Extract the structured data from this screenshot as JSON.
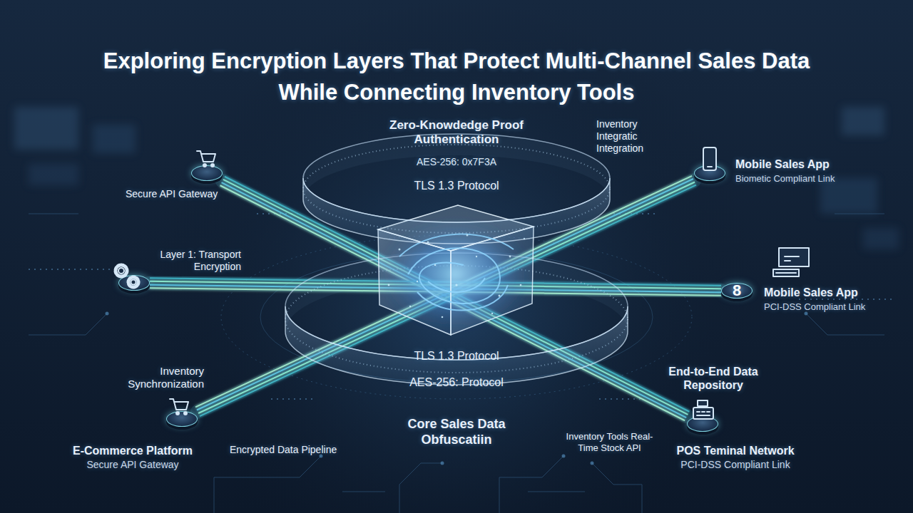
{
  "diagram": {
    "title": "Exploring Encryption Layers That Protect Multi-Channel Sales Data While Connecting Inventory Tools",
    "nodes": [
      {
        "text": [
          "Secure API Gateway"
        ]
      },
      {
        "text": [
          "Mobile Sales App",
          "Biometic Compliant Link"
        ]
      },
      {
        "text": [
          "Layer 1: Transport Encryption"
        ]
      },
      {
        "text": [
          "Mobile Sales App",
          "PCI-DSS Compliant Link"
        ]
      },
      {
        "text": [
          "E-Commerce Platform",
          "Secure API Gateway"
        ]
      },
      {
        "text": [
          "POS Teminal Network",
          "PCI-DSS Compliant Link"
        ]
      }
    ],
    "edges": [
      {
        "from": 0,
        "to": 5,
        "arrow": "none"
      },
      {
        "from": 1,
        "to": 4,
        "arrow": "none"
      },
      {
        "from": 2,
        "to": 3,
        "arrow": "none"
      }
    ],
    "labels": [
      "Zero-Knowdedge Proof Authentication",
      "AES-256: 0x7F3A",
      "TLS 1.3 Protocol",
      "Inventory Integratic Integration",
      "8",
      "TLS 1.3 Protocol",
      "AES-256: Protocol",
      "Inventory Synchronization",
      "End-to-End Data Repository",
      "Encrypted Data Pipeline",
      "Core Sales Data Obfuscatiin",
      "Inventory Tools Real-Time Stock API"
    ]
  }
}
